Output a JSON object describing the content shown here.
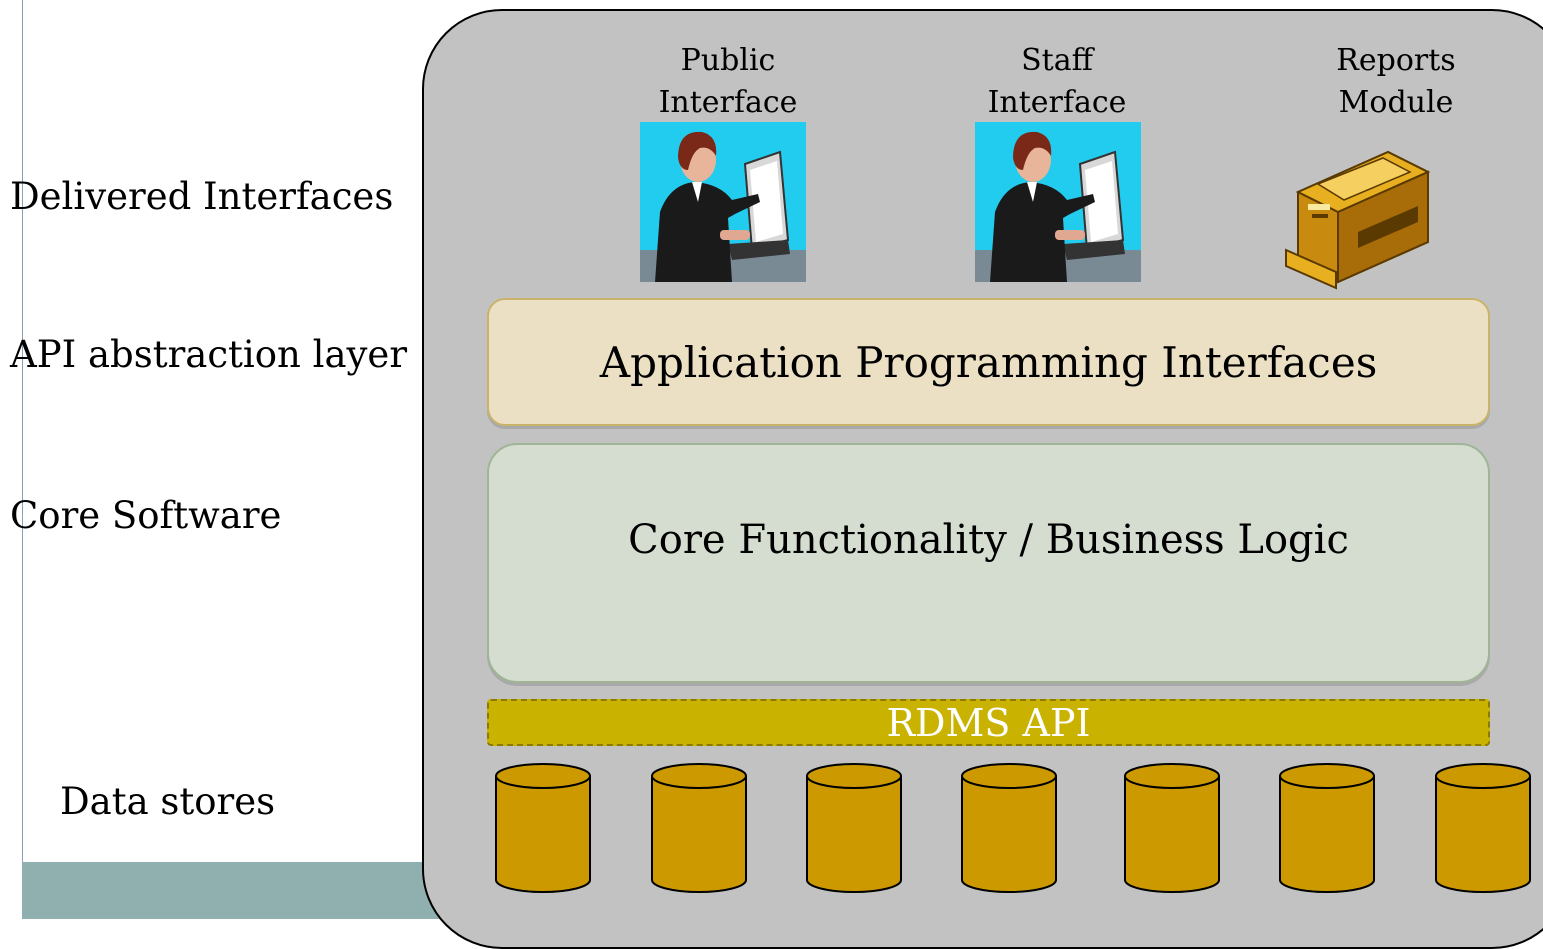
{
  "layers": {
    "delivered": "Delivered Interfaces",
    "api": "API abstraction layer",
    "core": "Core Software",
    "data": "Data stores"
  },
  "interfaces": [
    {
      "label_line1": "Public",
      "label_line2": "Interface",
      "icon": "person-at-computer-icon"
    },
    {
      "label_line1": "Staff",
      "label_line2": "Interface",
      "icon": "person-at-computer-icon"
    },
    {
      "label_line1": "Reports",
      "label_line2": "Module",
      "icon": "printer-icon"
    }
  ],
  "bands": {
    "api": "Application Programming Interfaces",
    "core": "Core Functionality / Business Logic",
    "rdms": "RDMS API"
  },
  "data_stores_count": 7,
  "colors": {
    "panel": "#c2c2c2",
    "api_band": "#ebe0c4",
    "core_band": "#d5ddd1",
    "rdms_band": "#c9b200",
    "database": "#cc9900",
    "bottom_band": "#8fb0ae"
  }
}
